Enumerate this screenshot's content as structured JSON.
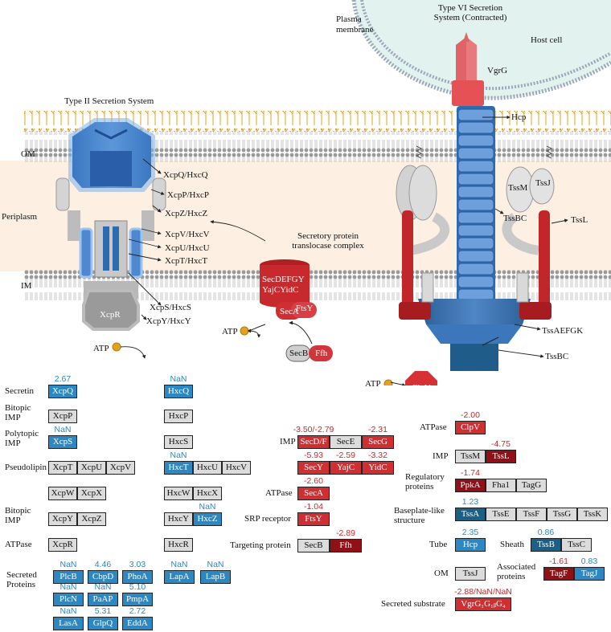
{
  "diagram": {
    "t6ss_title": "Type VI Secretion System (Contracted)",
    "t2ss_title": "Type II Secretion System",
    "plasma_membrane": "Plasma membrane",
    "host_cell": "Host cell",
    "om": "OM",
    "periplasm": "Periplasm",
    "im": "IM",
    "atp": "ATP",
    "sec_complex": "Secretory protein translocase complex",
    "secdefgy": "SecDEFGY",
    "yajcyidc": "YajCYidC",
    "secA": "SecA",
    "ftsY": "FtsY",
    "secB": "SecB",
    "ffh": "Ffh",
    "xcpR": "XcpR",
    "clpV": "ClpV",
    "vgrG": "VgrG",
    "hcp": "Hcp",
    "tssM": "TssM",
    "tssJ": "TssJ",
    "tssBC": "TssBC",
    "tssL": "TssL",
    "tssAEFGK": "TssAEFGK",
    "tssBC2": "TssBC",
    "t2_labels": [
      "XcpQ/HxcQ",
      "XcpP/HxcP",
      "XcpZ/HxcZ",
      "XcpV/HxcV",
      "XcpU/HxcU",
      "XcpT/HxcT",
      "XcpS/HxcS",
      "XcpY/HxcY"
    ]
  },
  "t2ss": {
    "rows": [
      {
        "label": "Secretin",
        "xcp": [
          {
            "name": "XcpQ",
            "value": "2.67",
            "color": "blue"
          }
        ],
        "hxc": [
          {
            "name": "HxcQ",
            "value": "NaN",
            "color": "blue"
          }
        ]
      },
      {
        "label": "Bitopic IMP",
        "xcp": [
          {
            "name": "XcpP",
            "value": "",
            "color": "gray"
          }
        ],
        "hxc": [
          {
            "name": "HxcP",
            "value": "",
            "color": "gray"
          }
        ]
      },
      {
        "label": "Polytopic IMP",
        "xcp": [
          {
            "name": "XcpS",
            "value": "NaN",
            "color": "blue"
          }
        ],
        "hxc": [
          {
            "name": "HxcS",
            "value": "",
            "color": "gray"
          }
        ]
      },
      {
        "label": "Pseudolipin",
        "xcp": [
          {
            "name": "XcpT",
            "value": "",
            "color": "gray"
          },
          {
            "name": "XcpU",
            "value": "",
            "color": "gray"
          },
          {
            "name": "XcpV",
            "value": "",
            "color": "gray"
          }
        ],
        "hxc": [
          {
            "name": "HxcT",
            "value": "NaN",
            "color": "blue"
          },
          {
            "name": "HxcU",
            "value": "",
            "color": "gray"
          },
          {
            "name": "HxcV",
            "value": "",
            "color": "gray"
          }
        ]
      },
      {
        "label": "",
        "xcp": [
          {
            "name": "XcpW",
            "value": "",
            "color": "gray"
          },
          {
            "name": "XcpX",
            "value": "",
            "color": "gray"
          }
        ],
        "hxc": [
          {
            "name": "HxcW",
            "value": "",
            "color": "gray"
          },
          {
            "name": "HxcX",
            "value": "",
            "color": "gray"
          }
        ]
      },
      {
        "label": "Bitopic IMP",
        "xcp": [
          {
            "name": "XcpY",
            "value": "",
            "color": "gray"
          },
          {
            "name": "XcpZ",
            "value": "",
            "color": "gray"
          }
        ],
        "hxc": [
          {
            "name": "HxcY",
            "value": "",
            "color": "gray"
          },
          {
            "name": "HxcZ",
            "value": "NaN",
            "color": "blue"
          }
        ]
      },
      {
        "label": "ATPase",
        "xcp": [
          {
            "name": "XcpR",
            "value": "",
            "color": "gray"
          }
        ],
        "hxc": [
          {
            "name": "HxcR",
            "value": "",
            "color": "gray"
          }
        ]
      }
    ],
    "secreted_label": "Secreted Proteins",
    "secreted": [
      [
        {
          "name": "PlcB",
          "value": "NaN"
        },
        {
          "name": "CbpD",
          "value": "4.46"
        },
        {
          "name": "PhoA",
          "value": "3.03"
        },
        {
          "name": "LapA",
          "value": "NaN"
        },
        {
          "name": "LapB",
          "value": "NaN"
        }
      ],
      [
        {
          "name": "PlcN",
          "value": "NaN"
        },
        {
          "name": "PaAP",
          "value": "NaN"
        },
        {
          "name": "PmpA",
          "value": "5.10"
        }
      ],
      [
        {
          "name": "LasA",
          "value": "NaN"
        },
        {
          "name": "GlpQ",
          "value": "5.31"
        },
        {
          "name": "EddA",
          "value": "2.72"
        }
      ]
    ]
  },
  "sec": {
    "imp_label": "IMP",
    "imp_row1": [
      {
        "name": "SecD/F",
        "value": "-3.50/-2.79",
        "color": "red"
      },
      {
        "name": "SecE",
        "value": "",
        "color": "gray"
      },
      {
        "name": "SecG",
        "value": "-2.31",
        "color": "red"
      }
    ],
    "imp_row2": [
      {
        "name": "SecY",
        "value": "-5.93",
        "color": "red"
      },
      {
        "name": "YajC",
        "value": "-2.59",
        "color": "red"
      },
      {
        "name": "YidC",
        "value": "-3.32",
        "color": "red"
      }
    ],
    "atpase_label": "ATPase",
    "atpase": {
      "name": "SecA",
      "value": "-2.60"
    },
    "srp_label": "SRP receptor",
    "srp": {
      "name": "FtsY",
      "value": "-1.04"
    },
    "targeting_label": "Targeting protein",
    "targeting": [
      {
        "name": "SecB",
        "value": "",
        "color": "gray"
      },
      {
        "name": "Ffh",
        "value": "-2.89",
        "color": "dred"
      }
    ]
  },
  "t6ss": {
    "atpase_label": "ATPase",
    "atpase": {
      "name": "ClpV",
      "value": "-2.00"
    },
    "imp_label": "IMP",
    "imp": [
      {
        "name": "TssM",
        "value": "",
        "color": "gray"
      },
      {
        "name": "TssL",
        "value": "-4.75",
        "color": "dred"
      }
    ],
    "reg_label": "Regulatory proteins",
    "reg": [
      {
        "name": "PpkA",
        "value": "-1.74",
        "color": "dred"
      },
      {
        "name": "Fha1",
        "value": "",
        "color": "gray"
      },
      {
        "name": "TagG",
        "value": "",
        "color": "gray"
      }
    ],
    "base_label": "Baseplate-like structure",
    "base": [
      {
        "name": "TssA",
        "value": "1.23",
        "color": "dblue"
      },
      {
        "name": "TssE",
        "value": "",
        "color": "gray"
      },
      {
        "name": "TssF",
        "value": "",
        "color": "gray"
      },
      {
        "name": "TssG",
        "value": "",
        "color": "gray"
      },
      {
        "name": "TssK",
        "value": "",
        "color": "gray"
      }
    ],
    "tube_label": "Tube",
    "tube": {
      "name": "Hcp",
      "value": "2.35"
    },
    "sheath_label": "Sheath",
    "sheath": [
      {
        "name": "TssB",
        "value": "0.86",
        "color": "dblue"
      },
      {
        "name": "TssC",
        "value": "",
        "color": "gray"
      }
    ],
    "om_label": "OM",
    "om": {
      "name": "TssJ"
    },
    "assoc_label": "Associated proteins",
    "assoc": [
      {
        "name": "TagF",
        "value": "-1.61",
        "color": "dred"
      },
      {
        "name": "TagJ",
        "value": "0.83",
        "color": "blue"
      }
    ],
    "secreted_label": "Secreted substrate",
    "secreted": {
      "name": "VgrG₁G₁ᵦG₄",
      "value": "-2.88/NaN/NaN"
    }
  },
  "colors": {
    "blue": "#2b88c2",
    "dark_blue": "#1a5f86",
    "red": "#cf2f32",
    "dark_red": "#8f1016",
    "gray": "#dcdcdc",
    "periplasm": "#fdf0e2",
    "host": "#e2f2ee"
  }
}
